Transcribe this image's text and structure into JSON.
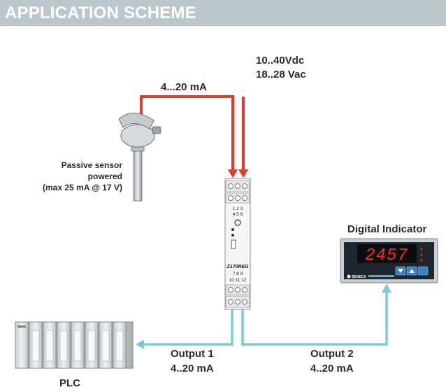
{
  "header": {
    "title": "APPLICATION SCHEME"
  },
  "power": {
    "dc": "10..40Vdc",
    "ac": "18..28 Vac"
  },
  "input_signal": "4...20 mA",
  "sensor": {
    "line1": "Passive sensor",
    "line2": "powered",
    "line3": "(max 25 mA @ 17 V)"
  },
  "module": {
    "terminals_top_a": "1  2  3",
    "terminals_top_b": "4  5  6",
    "terminals_bottom_a": "7  8  9",
    "terminals_bottom_b": "10  11  12",
    "brand": "Z170REG"
  },
  "indicator": {
    "title": "Digital Indicator",
    "display_value": "2457",
    "brand": "SENECA"
  },
  "output1": {
    "label": "Output 1",
    "signal": "4..20 mA"
  },
  "output2": {
    "label": "Output 2",
    "signal": "4..20 mA"
  },
  "plc": {
    "label": "PLC"
  },
  "colors": {
    "input_wire": "#e53a2b",
    "output_wire": "#7ec8d8",
    "header": "#bcc6cd",
    "display_digits": "#ff2a1a"
  }
}
